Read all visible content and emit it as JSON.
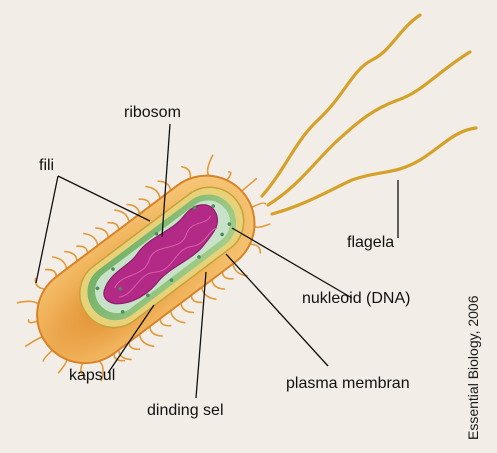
{
  "colors": {
    "paper": "#f2eee7",
    "capsule_outer": "#f0b25a",
    "capsule_inner": "#e08a2a",
    "fili": "#e09a3a",
    "flagella": "#d6a12a",
    "cell_wall": "#e7d27a",
    "membrane": "#8fc27a",
    "cytoplasm": "#c7e2c8",
    "nucleoid": "#b22a86",
    "leader_line": "#111111"
  },
  "labels": {
    "ribosom": "ribosom",
    "fili": "fili",
    "flagela": "flagela",
    "nukleoid": "nukleoid (DNA)",
    "kapsul": "kapsul",
    "plasma_membran": "plasma membran",
    "dinding_sel": "dinding sel"
  },
  "credit": "Essential Biology, 2006"
}
